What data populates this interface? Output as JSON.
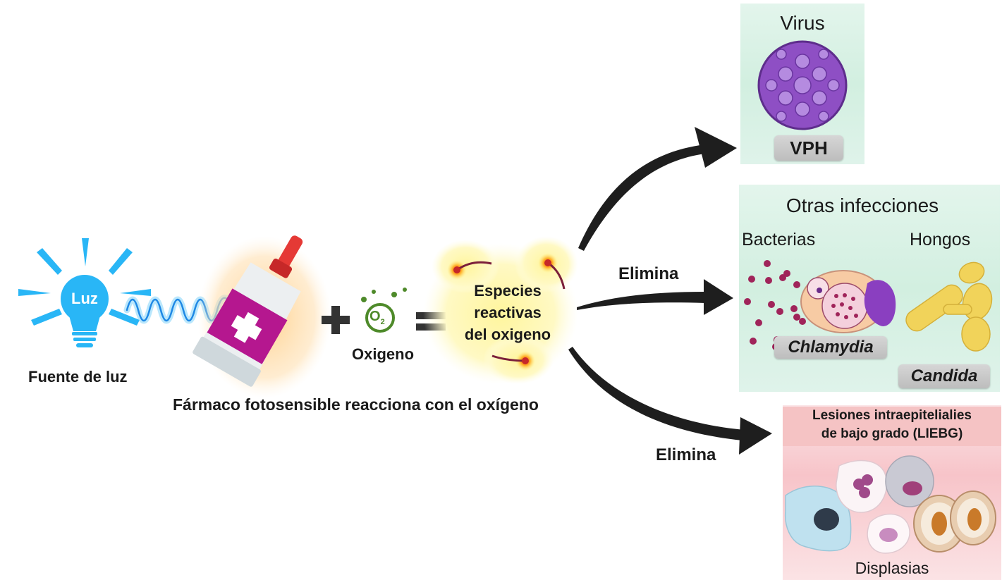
{
  "colors": {
    "light_blue": "#29b6f6",
    "drug_magenta": "#b5178f",
    "drug_cap_red": "#e53935",
    "oxygen_green": "#4e8a2a",
    "ros_yellow": "#fff176",
    "ros_red": "#e53935",
    "arrow_black": "#1e1e1e",
    "panel_green": "#d7f1e4",
    "panel_pink": "#f8c8cc",
    "virus_purple": "#8e4fc4",
    "bacteria_pink": "#a0245a",
    "fungi_yellow": "#f1d35a",
    "pill_gray": "#c9c9c9"
  },
  "light_source": {
    "icon": "light-bulb-icon",
    "bulb_text": "Luz",
    "caption": "Fuente de luz",
    "wave_icon": "light-wave-icon"
  },
  "drug": {
    "icon": "photosensitive-drug-tube-icon",
    "caption": "Fármaco fotosensible reacciona con el oxígeno"
  },
  "equation": {
    "plus_symbol": "+",
    "oxygen_icon_text": "O",
    "oxygen_subscript": "2",
    "oxygen_caption": "Oxigeno",
    "equals_symbol": "="
  },
  "ros": {
    "line1": "Especies",
    "line2": "reactivas",
    "line3": "del oxigeno"
  },
  "arrows": [
    {
      "target": "virus",
      "label": ""
    },
    {
      "target": "other-infections",
      "label": "Elimina"
    },
    {
      "target": "lesions",
      "label": "Elimina"
    }
  ],
  "virus_panel": {
    "title": "Virus",
    "badge": "VPH",
    "icon": "virus-hpv-icon"
  },
  "infections_panel": {
    "title": "Otras infecciones",
    "bacteria_heading": "Bacterias",
    "fungi_heading": "Hongos",
    "bacteria_badge": "Chlamydia",
    "fungi_badge": "Candida"
  },
  "lesions_panel": {
    "title_line1": "Lesiones intraepitelialies",
    "title_line2": "de bajo grado (LIEBG)",
    "caption": "Displasias"
  }
}
